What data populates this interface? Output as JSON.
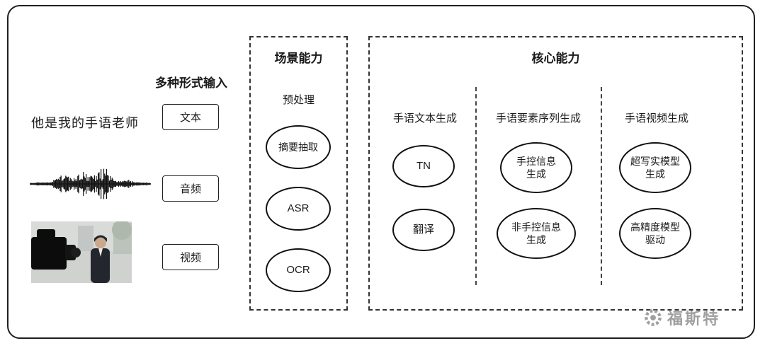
{
  "input_section": {
    "heading": "多种形式输入",
    "sample_text": "他是我的手语老师",
    "items": [
      {
        "label": "文本"
      },
      {
        "label": "音频"
      },
      {
        "label": "视频"
      }
    ]
  },
  "scene_section": {
    "title": "场景能力",
    "subtitle": "预处理",
    "nodes": [
      "摘要抽取",
      "ASR",
      "OCR"
    ]
  },
  "core_section": {
    "title": "核心能力",
    "columns": [
      {
        "heading": "手语文本生成",
        "nodes": [
          "TN",
          "翻译"
        ]
      },
      {
        "heading": "手语要素序列生成",
        "nodes": [
          "手控信息\n生成",
          "非手控信息\n生成"
        ]
      },
      {
        "heading": "手语视频生成",
        "nodes": [
          "超写实模型\n生成",
          "高精度模型\n驱动"
        ]
      }
    ]
  },
  "watermark": {
    "text": "福斯特"
  },
  "colors": {
    "ink": "#1a1a1a",
    "watermark_gray": "#a0a0a0"
  }
}
